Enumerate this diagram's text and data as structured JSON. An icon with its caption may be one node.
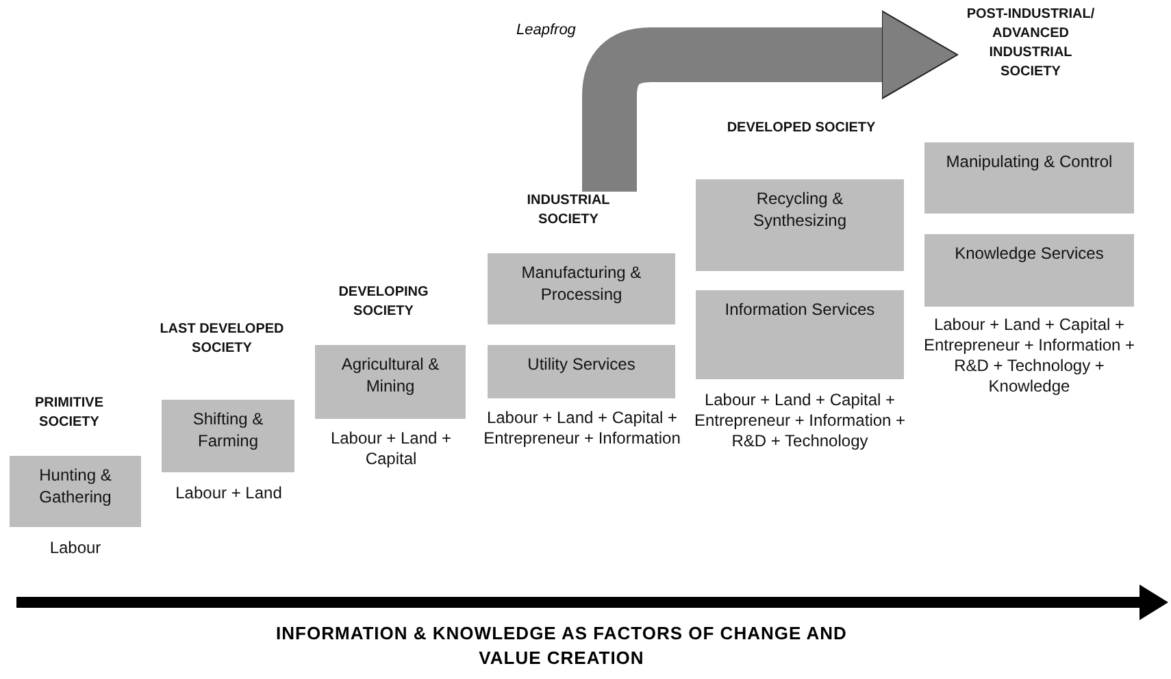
{
  "diagram": {
    "caption": "INFORMATION & KNOWLEDGE AS FACTORS OF CHANGE AND VALUE CREATION",
    "nodes": [
      {
        "text": [
          "PRIMITIVE SOCIETY"
        ]
      },
      {
        "text": [
          "Hunting & Gathering"
        ]
      },
      {
        "text": [
          "LAST DEVELOPED SOCIETY"
        ]
      },
      {
        "text": [
          "Shifting & Farming"
        ]
      },
      {
        "text": [
          "DEVELOPING SOCIETY"
        ]
      },
      {
        "text": [
          "Agricultural & Mining"
        ]
      },
      {
        "text": [
          "INDUSTRIAL SOCIETY"
        ]
      },
      {
        "text": [
          "Manufacturing & Processing"
        ]
      },
      {
        "text": [
          "Utility Services"
        ]
      },
      {
        "text": [
          "DEVELOPED SOCIETY"
        ]
      },
      {
        "text": [
          "Recycling & Synthesizing"
        ]
      },
      {
        "text": [
          "Information Services"
        ]
      },
      {
        "text": [
          "POST-INDUSTRIAL/ ADVANCED INDUSTRIAL SOCIETY"
        ]
      },
      {
        "text": [
          "Manipulating & Control"
        ]
      },
      {
        "text": [
          "Knowledge Services"
        ]
      }
    ],
    "edges": [
      {
        "from": 6,
        "to": 12,
        "arrow": "to",
        "label": "Leapfrog"
      }
    ],
    "labels": [
      "Labour",
      "Labour + Land",
      "Labour + Land + Capital",
      "Labour + Land + Capital + Entrepreneur + Information",
      "Labour + Land + Capital + Entrepreneur + Information + R&D + Technology",
      "Labour + Land + Capital + Entrepreneur + Information + R&D + Technology + Knowledge"
    ]
  }
}
